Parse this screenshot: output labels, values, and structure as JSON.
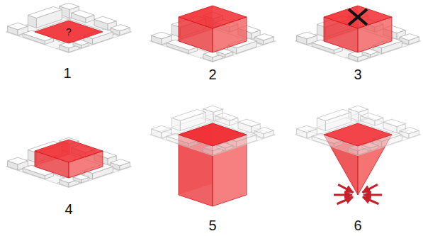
{
  "diagram": {
    "labels": [
      "?",
      "1",
      "2",
      "3",
      "4",
      "5",
      "6"
    ]
  }
}
